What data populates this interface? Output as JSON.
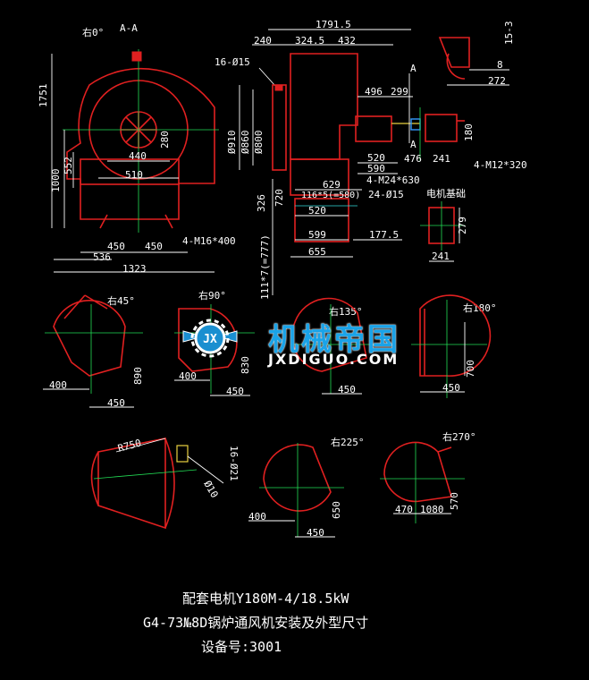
{
  "view_aa": {
    "rot_label": "右0°",
    "section_label": "A-A",
    "dims": {
      "h1751": "1751",
      "h1000": "1000",
      "h552": "552",
      "w440": "440",
      "w510": "510",
      "v280": "280",
      "w450a": "450",
      "w450b": "450",
      "w536": "536",
      "w1323": "1323",
      "bolts": "4-M16*400"
    }
  },
  "view_side": {
    "dims": {
      "w1791": "1791.5",
      "w240": "240",
      "w324": "324.5",
      "w432": "432",
      "holes16": "16-Ø15",
      "d910": "Ø910",
      "d860": "Ø860",
      "d800": "Ø800",
      "w496": "496",
      "w299": "299",
      "w520a": "520",
      "w590": "590",
      "w476": "476",
      "w241": "241",
      "m12": "4-M12*320",
      "m24": "4-M24*630",
      "w629": "629",
      "w116": "116*5(=580)",
      "holes24": "24-Ø15",
      "w520b": "520",
      "w599": "599",
      "w655": "655",
      "w177": "177.5",
      "h326": "326",
      "h720": "720",
      "h111": "111*7(=777)",
      "v180": "180",
      "sec_a1": "A",
      "sec_a2": "A"
    }
  },
  "detail": {
    "w8": "8",
    "w272": "272",
    "v15": "15-3"
  },
  "motor_base": {
    "title": "电机基础",
    "h279": "279",
    "w241": "241"
  },
  "rot45": {
    "label": "右45°",
    "h": "890",
    "w400": "400",
    "w450": "450"
  },
  "rot90": {
    "label": "右90°",
    "h": "830",
    "w400": "400",
    "w450": "450"
  },
  "rot135": {
    "label": "右135°",
    "w450": "450"
  },
  "rot180": {
    "label": "右180°",
    "h": "700",
    "w450": "450"
  },
  "inlet": {
    "r": "R750",
    "holes": "16-Ø21",
    "d": "Ø10"
  },
  "rot225": {
    "label": "右225°",
    "h": "650",
    "w400": "400",
    "w450": "450"
  },
  "rot270": {
    "label": "右270°",
    "h": "570",
    "w470": "470",
    "w1080": "1080"
  },
  "watermark": {
    "brand": "机械帝国",
    "site": "JXDIGUO.COM",
    "logo_letters": "JX"
  },
  "caption": {
    "line1": "配套电机Y180M-4/18.5kW",
    "line2": "G4-73№8D锅炉通风机安装及外型尺寸",
    "line3": "设备号:3001"
  }
}
